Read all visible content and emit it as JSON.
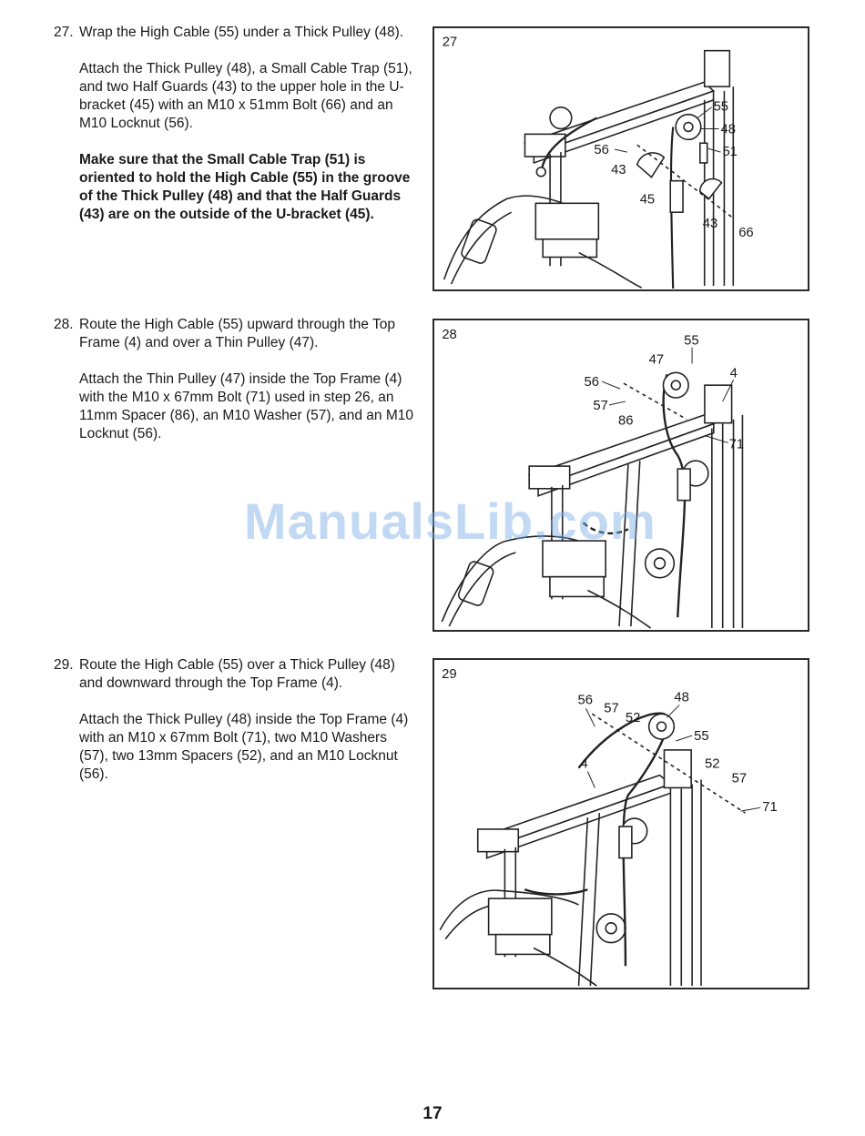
{
  "steps": [
    {
      "number": "27.",
      "lead": "Wrap the High Cable (55) under a Thick Pulley (48).",
      "paragraph": "Attach the Thick Pulley (48), a Small Cable Trap (51), and two Half Guards (43) to the upper hole in the U-bracket (45) with an M10 x 51mm Bolt (66) and an M10 Locknut (56).",
      "bold": "Make sure that the Small Cable Trap (51) is oriented to hold the High Cable (55) in the groove of the Thick Pulley (48) and that the Half Guards (43) are on the outside of the U-bracket (45)."
    },
    {
      "number": "28.",
      "lead": "Route the High Cable (55) upward through the Top Frame (4) and over a Thin Pulley (47).",
      "paragraph": "Attach the Thin Pulley (47) inside the Top Frame (4) with the M10 x 67mm Bolt (71) used in step 26, an 11mm Spacer (86), an M10 Washer (57), and an M10 Locknut (56)."
    },
    {
      "number": "29.",
      "lead": "Route the High Cable (55) over a Thick Pulley (48) and downward through the Top Frame (4).",
      "paragraph": "Attach the Thick Pulley (48) inside the Top Frame (4) with an M10 x 67mm Bolt (71), two M10 Washers (57), two 13mm Spacers (52), and an M10 Locknut (56)."
    }
  ],
  "figures": [
    {
      "label": "27",
      "callouts": [
        "55",
        "48",
        "51",
        "56",
        "43",
        "45",
        "43",
        "66"
      ]
    },
    {
      "label": "28",
      "callouts": [
        "55",
        "47",
        "4",
        "56",
        "57",
        "86",
        "71"
      ]
    },
    {
      "label": "29",
      "callouts": [
        "48",
        "56",
        "57",
        "52",
        "55",
        "4",
        "52",
        "57",
        "71"
      ]
    }
  ],
  "watermark": "ManualsLib.com",
  "page_number": "17"
}
